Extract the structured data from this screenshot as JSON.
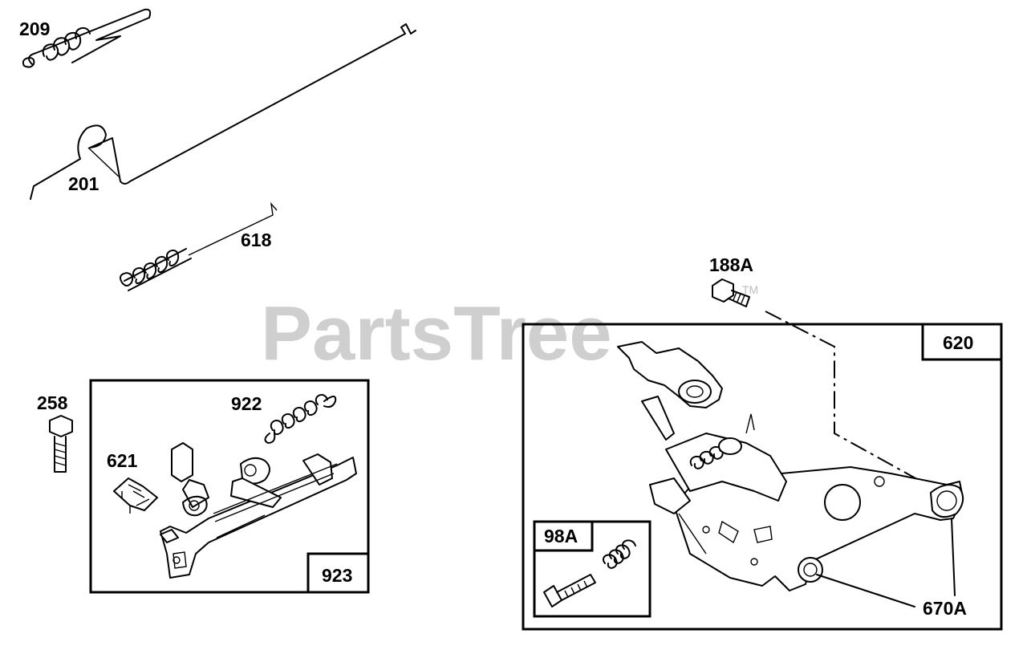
{
  "watermark": {
    "brand": "PartsTree",
    "trademark": "TM"
  },
  "parts": {
    "p209": "209",
    "p201": "201",
    "p618": "618",
    "p188a": "188A",
    "p258": "258",
    "p922": "922",
    "p621": "621",
    "p923": "923",
    "p620": "620",
    "p98a": "98A",
    "p670a": "670A"
  },
  "colors": {
    "ink": "#000000",
    "watermark": "#cfcfcf",
    "background": "#ffffff"
  }
}
